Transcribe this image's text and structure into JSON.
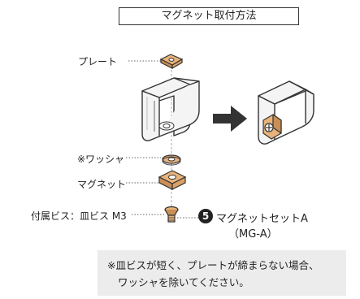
{
  "title": "マグネット取付方法",
  "labels": {
    "plate": "プレート",
    "washer": "※ワッシャ",
    "magnet": "マグネット",
    "screw": "付属ビス：皿ビス M3"
  },
  "product": {
    "number": "5",
    "name": "マグネットセットA",
    "code": "（MG-A）"
  },
  "note": {
    "line1": "※皿ビスが短く、プレートが締まらない場合、",
    "line2": "ワッシャを除いてください。"
  },
  "colors": {
    "brass": "#e8b27a",
    "outline": "#333333",
    "note_bg": "#ececec"
  }
}
